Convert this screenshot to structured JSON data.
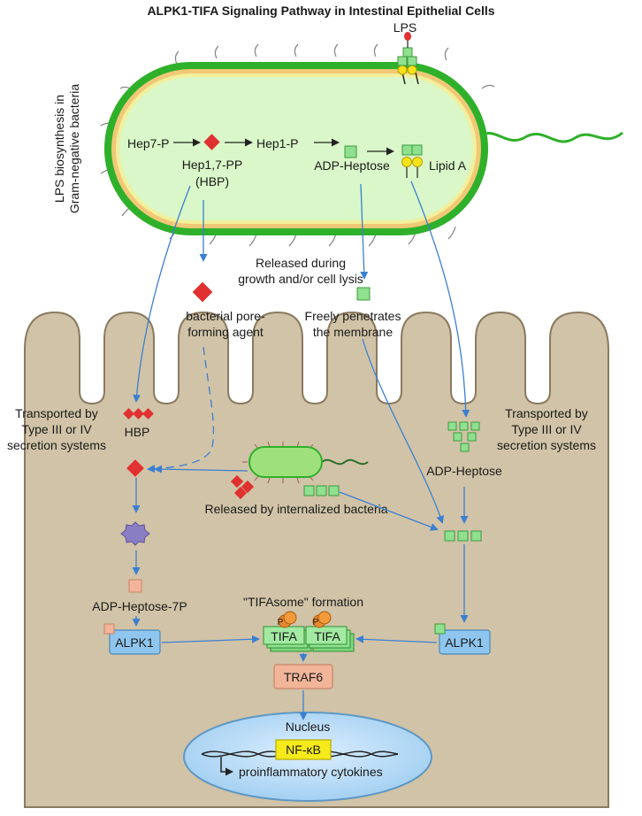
{
  "title": "ALPK1-TIFA Signaling Pathway in Intestinal Epithelial Cells",
  "side_label": {
    "line1": "LPS biosynthesis in",
    "line2": "Gram-negative bacteria"
  },
  "bacterium": {
    "lps_label": "LPS",
    "hep7p": "Hep7-P",
    "hep17pp": "Hep1,7-PP",
    "hbp_paren": "(HBP)",
    "hep1p": "Hep1-P",
    "adp_heptose": "ADP-Heptose",
    "lipid_a": "Lipid A"
  },
  "release": {
    "line1": "Released during",
    "line2": "growth and/or cell lysis"
  },
  "pore_agent": {
    "line1": "bacterial pore-",
    "line2": "forming agent"
  },
  "penetrate": {
    "line1": "Freely penetrates",
    "line2": "the membrane"
  },
  "transport_left": {
    "line1": "Transported by",
    "line2": "Type III or IV",
    "line3": "secretion systems"
  },
  "transport_right": {
    "line1": "Transported by",
    "line2": "Type III or IV",
    "line3": "secretion systems"
  },
  "hbp_label": "HBP",
  "adp_heptose_right": "ADP-Heptose",
  "internalized": "Released by internalized bacteria",
  "adp_heptose_7p": "ADP-Heptose-7P",
  "tifasome": "\"TIFAsome\" formation",
  "alpk1_left": "ALPK1",
  "alpk1_right": "ALPK1",
  "tifa_1": "TIFA",
  "tifa_2": "TIFA",
  "phospho_1": "P",
  "phospho_2": "P",
  "traf6": "TRAF6",
  "nucleus": "Nucleus",
  "nfkb": "NF-κB",
  "cytokines": "proinflammatory cytokines",
  "colors": {
    "bacteria_fill": "#d9f7c8",
    "bacteria_wall": "#2fb02a",
    "cell_fill": "#d1c3a7",
    "cell_border": "#8a7a60",
    "hbp_red": "#e03030",
    "adp_green": "#8fe08f",
    "alpk1_blue": "#8fc6ef",
    "traf6_salmon": "#f2b59a",
    "nfkb_yellow": "#f6ea1a",
    "nucleus_blue": "#a9d3f2",
    "arrow_blue": "#3b7fd0"
  }
}
